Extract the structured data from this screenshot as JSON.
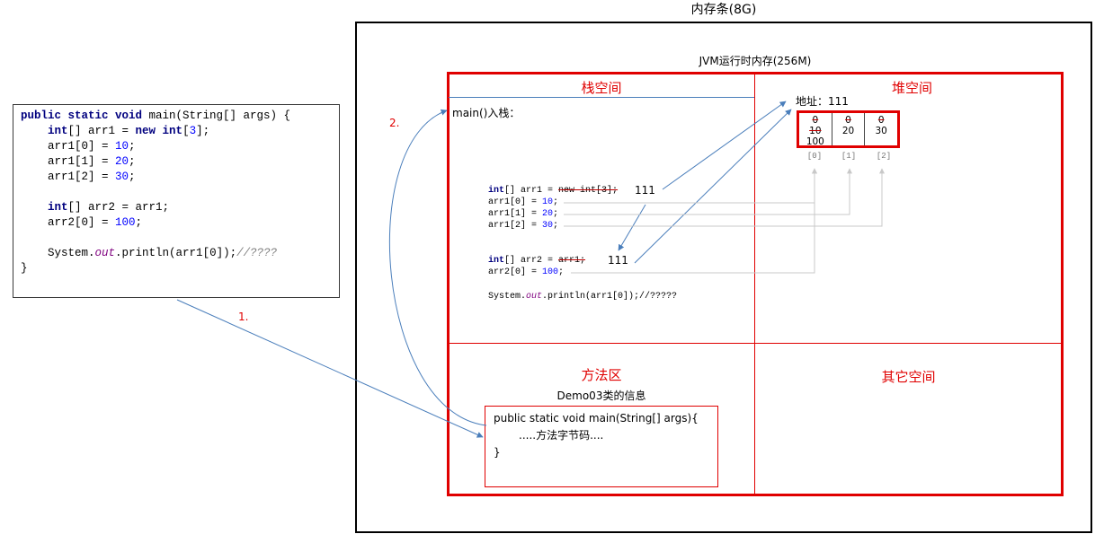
{
  "memory_title": "内存条(8G)",
  "jvm_title": "JVM运行时内存(256M)",
  "code": {
    "line1_kw": "public static void",
    "line1_rest": " main(String[] args) {",
    "line2_kw1": "int",
    "line2_mid": "[] arr1 = ",
    "line2_kw2": "new int",
    "line2_a": "[",
    "line2_num": "3",
    "line2_b": "];",
    "line3_a": "arr1[0] = ",
    "line3_num": "10",
    "line4_a": "arr1[1] = ",
    "line4_num": "20",
    "line5_a": "arr1[2] = ",
    "line5_num": "30",
    "line6_kw": "int",
    "line6_rest": "[] arr2 = arr1;",
    "line7_a": "arr2[0] = ",
    "line7_num": "100",
    "line8_a": "System.",
    "line8_out": "out",
    "line8_b": ".println(arr1[0]);",
    "line8_cm": "//????",
    "line9": "}"
  },
  "stack": {
    "title": "栈空间",
    "frame_label": "main()入栈：",
    "l1_kw": "int",
    "l1_mid": "[] arr1 = ",
    "l1_struck": "new int[3];",
    "l1_addr": "111",
    "l2_a": "arr1[0] = ",
    "l2_num": "10",
    "l3_a": "arr1[1] = ",
    "l3_num": "20",
    "l4_a": "arr1[2] = ",
    "l4_num": "30",
    "l5_kw": "int",
    "l5_mid": "[] arr2 = ",
    "l5_struck": "arr1;",
    "l5_addr": "111",
    "l6_a": "arr2[0] = ",
    "l6_num": "100",
    "l7_a": "System.",
    "l7_out": "out",
    "l7_b": ".println(arr1[0]);//?????"
  },
  "heap": {
    "title": "堆空间",
    "address_label": "地址：111",
    "cells": [
      {
        "old": [
          "0",
          "10"
        ],
        "current": "100"
      },
      {
        "old": [
          "0"
        ],
        "current": "20"
      },
      {
        "old": [
          "0"
        ],
        "current": "30"
      }
    ],
    "indices": [
      "[0]",
      "[1]",
      "[2]"
    ]
  },
  "method_area": {
    "title": "方法区",
    "class_label": "Demo03类的信息",
    "line1": "public static void main(String[]  args){",
    "line2": ".....方法字节码....",
    "line3": "}"
  },
  "other": {
    "title": "其它空间"
  },
  "steps": {
    "step1": "1.",
    "step2": "2."
  },
  "colors": {
    "accent_red": "#e00000",
    "arrow_blue": "#4a7ebb",
    "ref_gray": "#c8c8c8"
  }
}
